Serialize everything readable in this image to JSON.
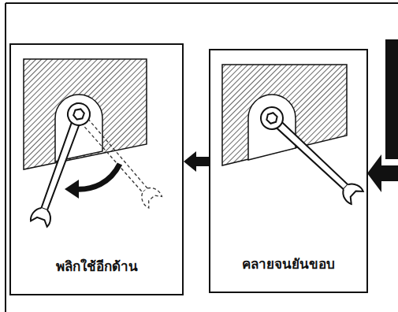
{
  "diagram": {
    "nodes": [
      {
        "text": [
          "พลิกใช้อีกด้าน"
        ]
      },
      {
        "text": [
          "คลายจนยันขอบ"
        ]
      }
    ],
    "edges": [
      {
        "from": 1,
        "to": 0,
        "arrow": "to"
      }
    ]
  }
}
